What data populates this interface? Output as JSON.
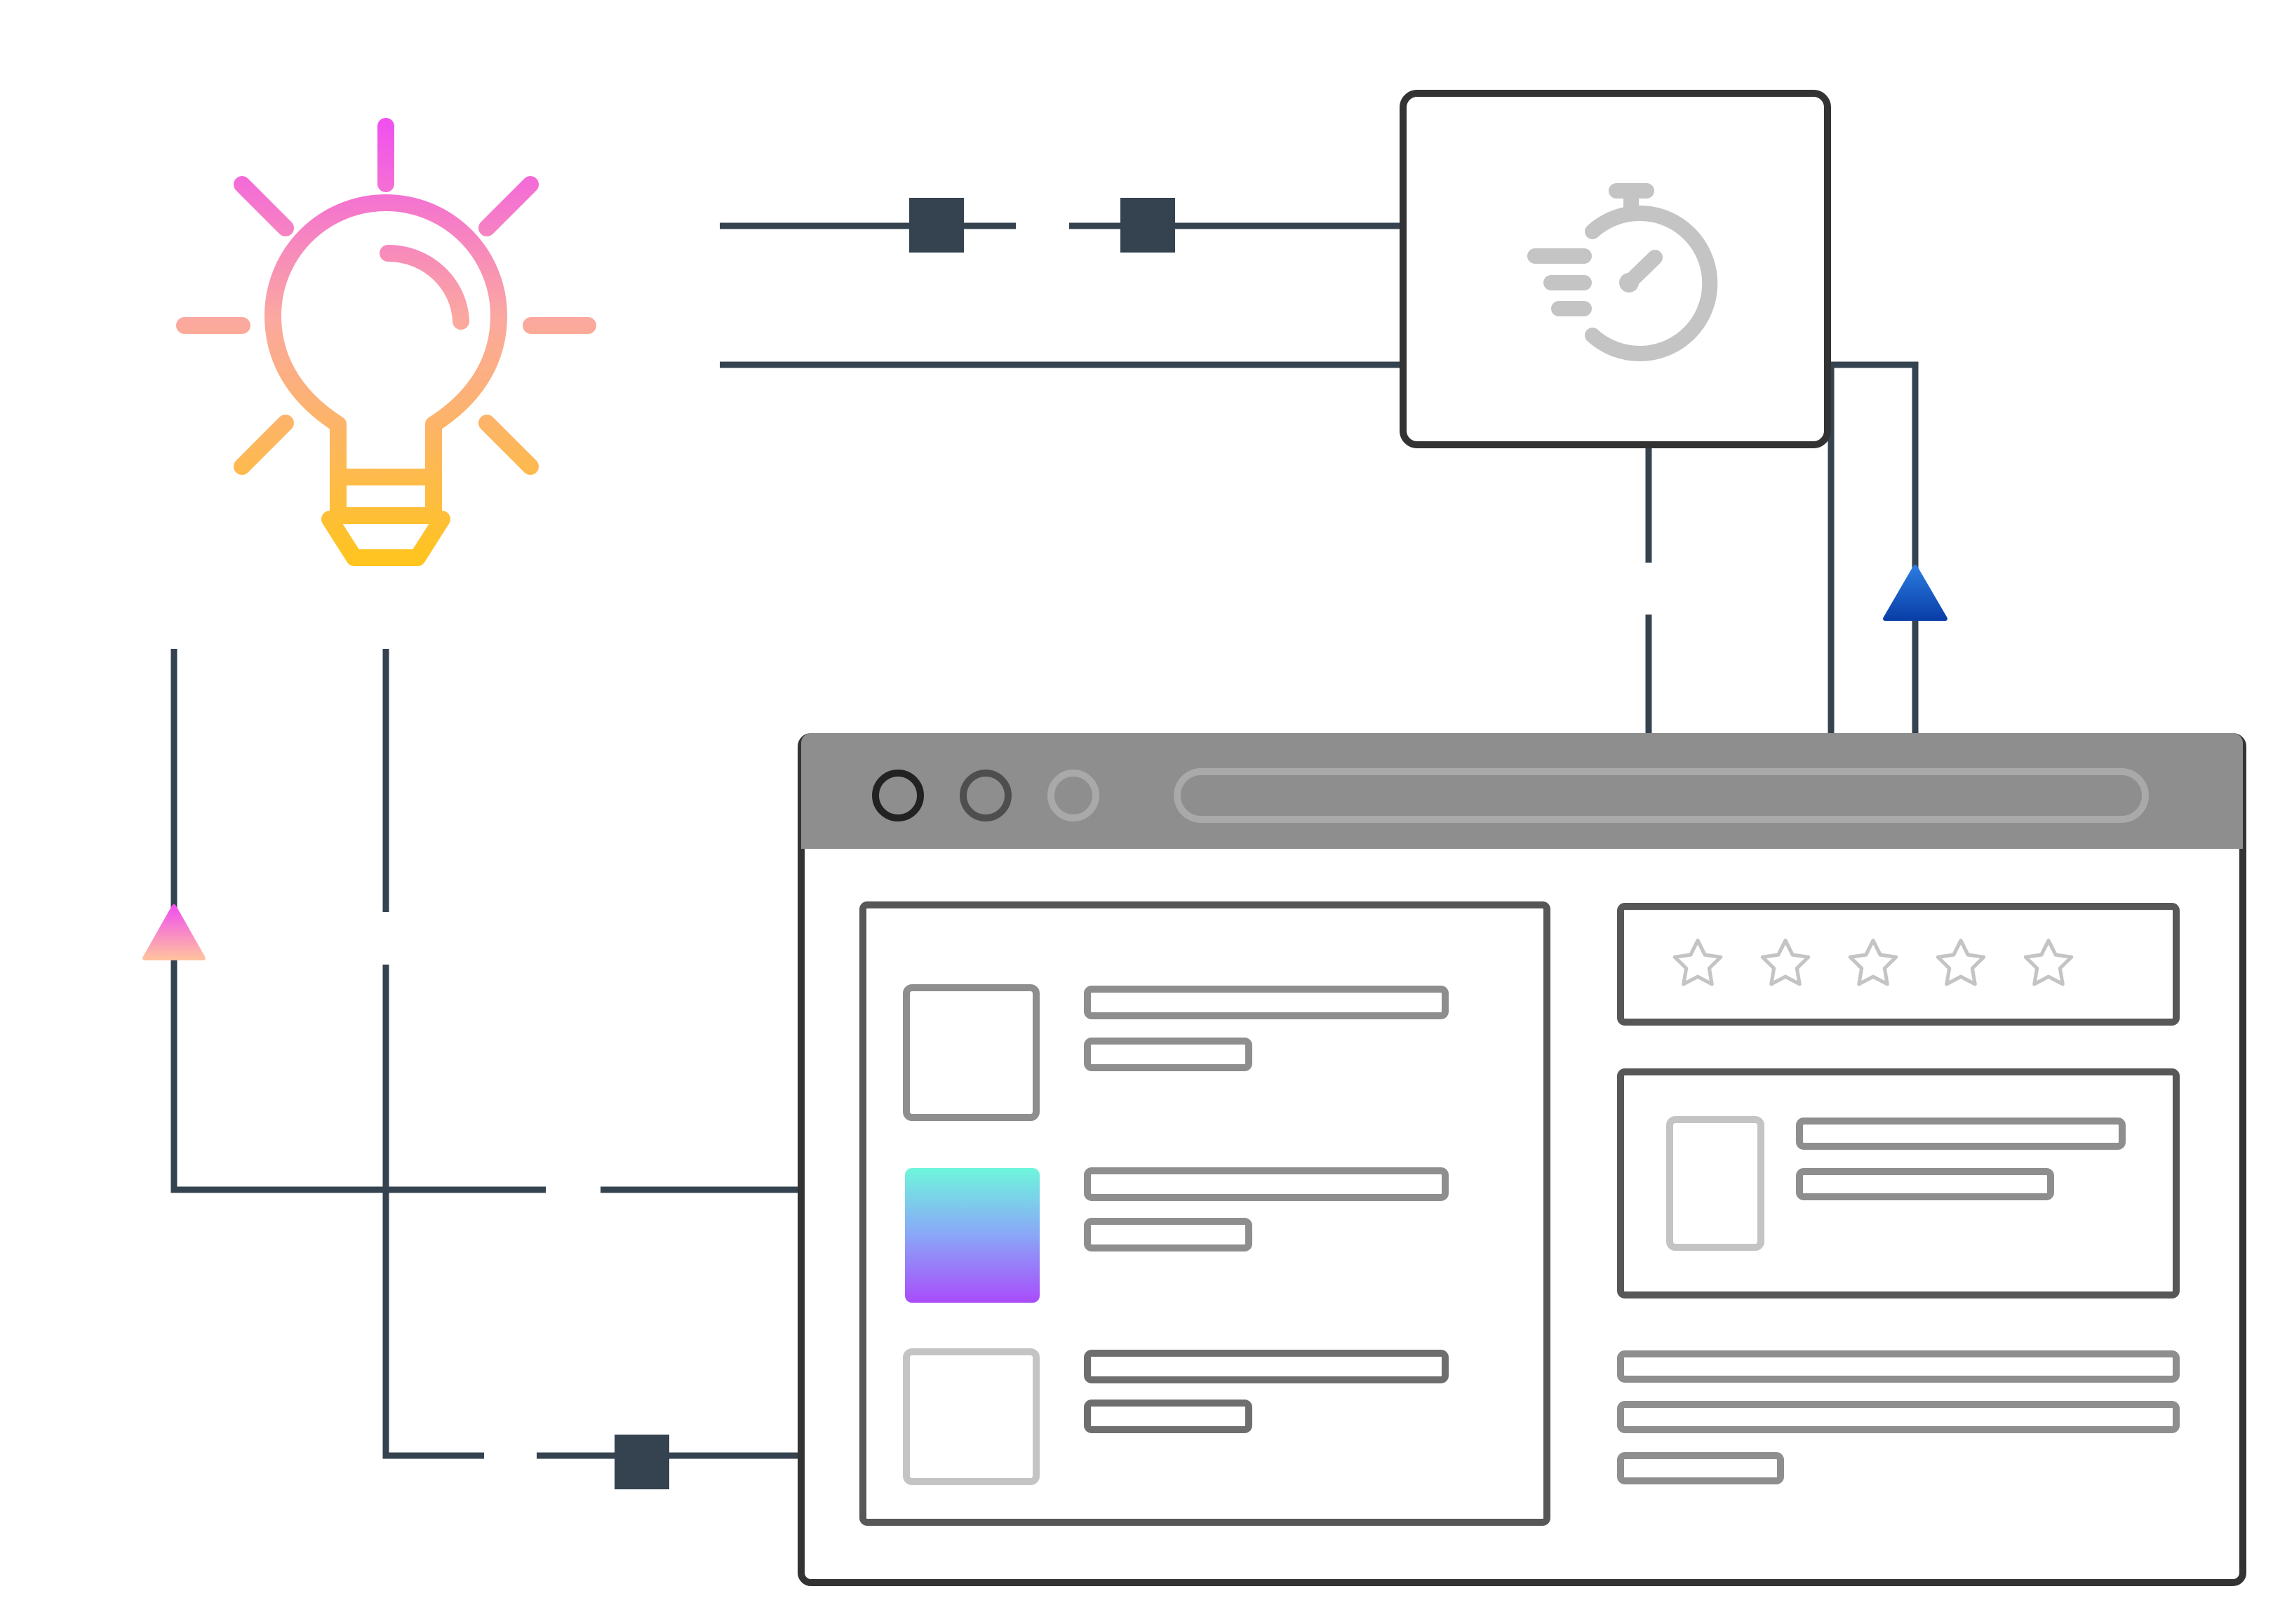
{
  "colors": {
    "connector": "#34434F",
    "frame_dark": "#333333",
    "frame_mid": "#575757",
    "placeholder_gray": "#8E8E8E",
    "placeholder_light": "#C4C4C4",
    "titlebar": "#8E8E8E",
    "bulb_gradient": [
      "#F050F0",
      "#FBA8A0",
      "#FFC41E"
    ],
    "swatch_gradient": [
      "#6EF6DC",
      "#8AA6F8",
      "#A94CFA"
    ],
    "arrow_blue": [
      "#2A7BE0",
      "#0A3FA8"
    ],
    "arrow_pink": [
      "#F050F0",
      "#FFC0A0"
    ]
  },
  "icons": {
    "idea": "lightbulb-icon",
    "speed": "stopwatch-icon",
    "rating": "star-icon",
    "window_controls": [
      "close-dot",
      "minimize-dot",
      "maximize-dot"
    ]
  },
  "rating": {
    "stars_total": 5,
    "stars_filled": 0
  }
}
